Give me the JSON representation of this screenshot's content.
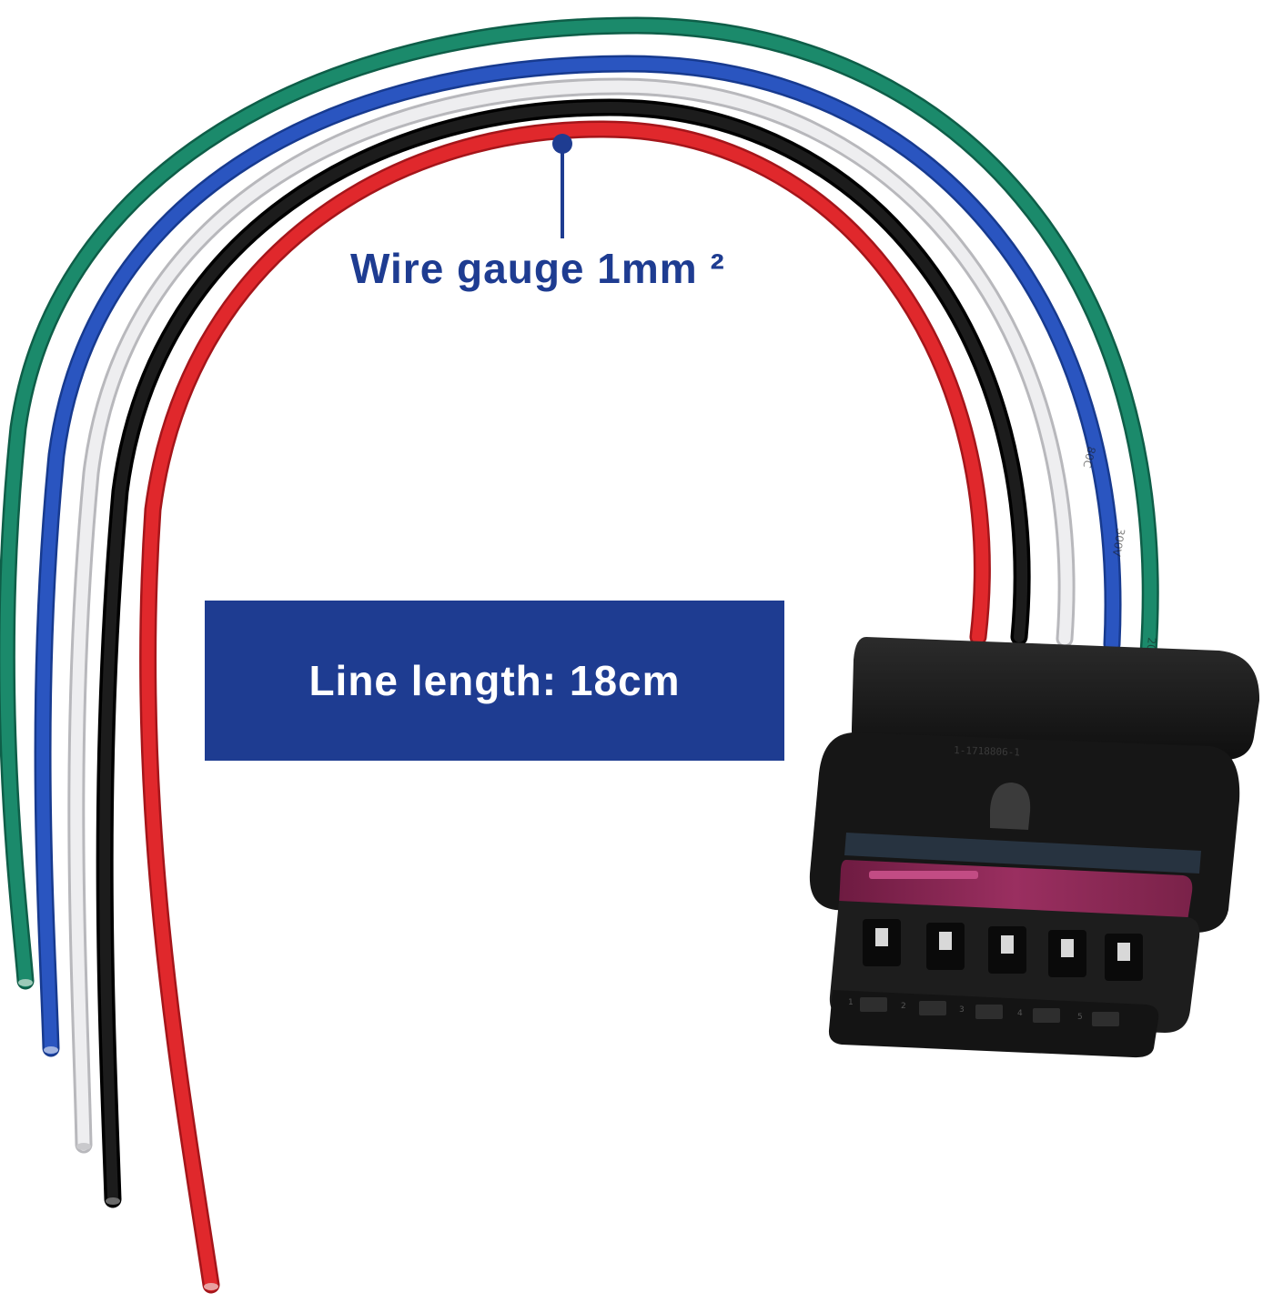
{
  "annotations": {
    "wire_gauge": "Wire gauge 1mm ²",
    "line_length": "Line length: 18cm"
  },
  "wire_printing": [
    "20AWG",
    "300V",
    "80C"
  ],
  "connector": {
    "housing_marking": "1-1718806-1",
    "pin_labels": [
      "1",
      "2",
      "3",
      "4",
      "5"
    ]
  },
  "colors": {
    "accent_blue": "#1e3c91",
    "wire_green": "#1b8a6b",
    "wire_blue": "#2a55c0",
    "wire_white": "#e8e8ea",
    "wire_black": "#151515",
    "wire_red": "#e0282c",
    "connector_body": "#1a1a1a",
    "connector_lock": "#8c2654"
  }
}
